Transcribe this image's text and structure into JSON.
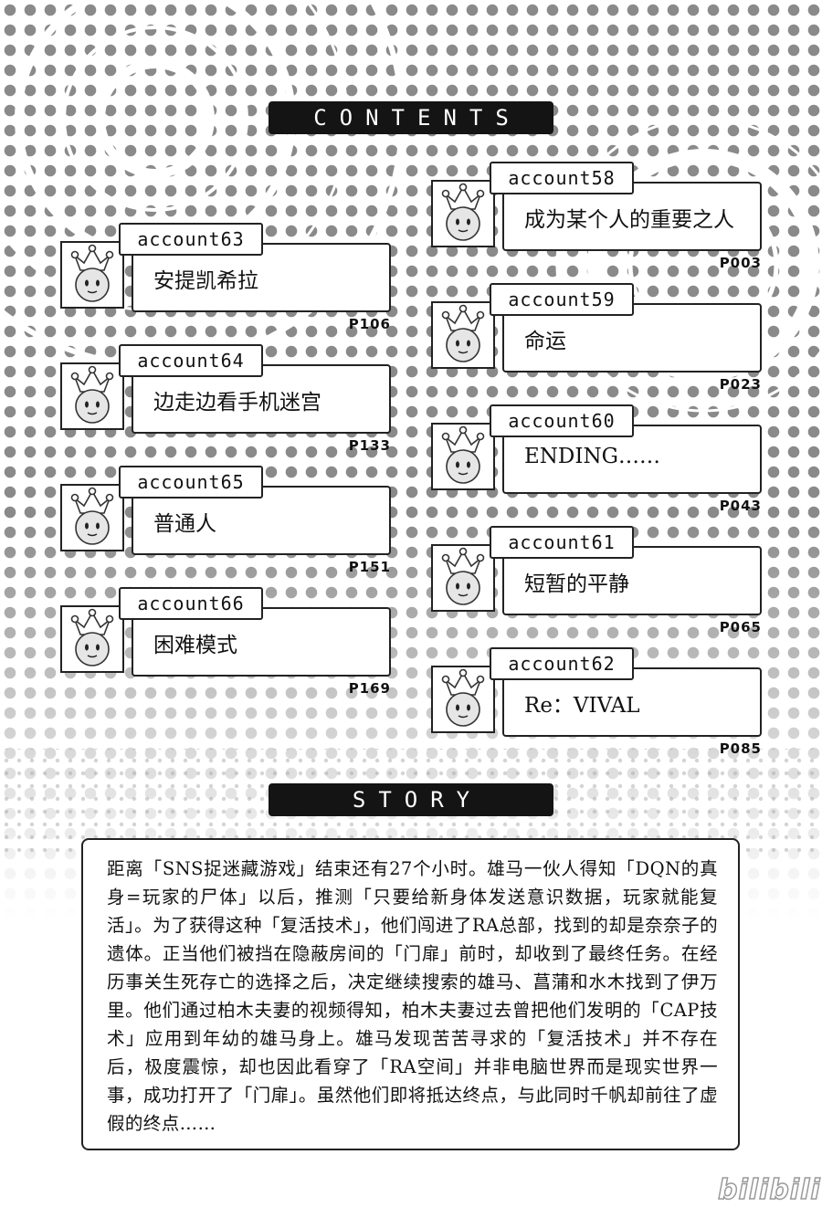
{
  "contents_label": "CONTENTS",
  "story_label": "STORY",
  "icon": "crown-face-avatar-icon",
  "left_column": [
    {
      "account": "account63",
      "title": "安提凯希拉",
      "page": "P106"
    },
    {
      "account": "account64",
      "title": "边走边看手机迷宫",
      "page": "P133"
    },
    {
      "account": "account65",
      "title": "普通人",
      "page": "P151"
    },
    {
      "account": "account66",
      "title": "困难模式",
      "page": "P169"
    }
  ],
  "right_column": [
    {
      "account": "account58",
      "title": "成为某个人的重要之人",
      "page": "P003"
    },
    {
      "account": "account59",
      "title": "命运",
      "page": "P023"
    },
    {
      "account": "account60",
      "title": "ENDING……",
      "page": "P043"
    },
    {
      "account": "account61",
      "title": "短暂的平静",
      "page": "P065"
    },
    {
      "account": "account62",
      "title": "Re：VIVAL",
      "page": "P085"
    }
  ],
  "story_text": "距离「SNS捉迷藏游戏」结束还有27个小时。雄马一伙人得知「DQN的真身=玩家的尸体」以后，推测「只要给新身体发送意识数据，玩家就能复活」。为了获得这种「复活技术」，他们闯进了RA总部，找到的却是奈奈子的遗体。正当他们被挡在隐蔽房间的「门扉」前时，却收到了最终任务。在经历事关生死存亡的选择之后，决定继续搜索的雄马、菖蒲和水木找到了伊万里。他们通过柏木夫妻的视频得知，柏木夫妻过去曾把他们发明的「CAP技术」应用到年幼的雄马身上。雄马发现苦苦寻求的「复活技术」并不存在后，极度震惊，却也因此看穿了「RA空间」并非电脑世界而是现实世界一事，成功打开了「门扉」。虽然他们即将抵达终点，与此同时千帆却前往了虚假的终点……",
  "watermark": "bilibili"
}
